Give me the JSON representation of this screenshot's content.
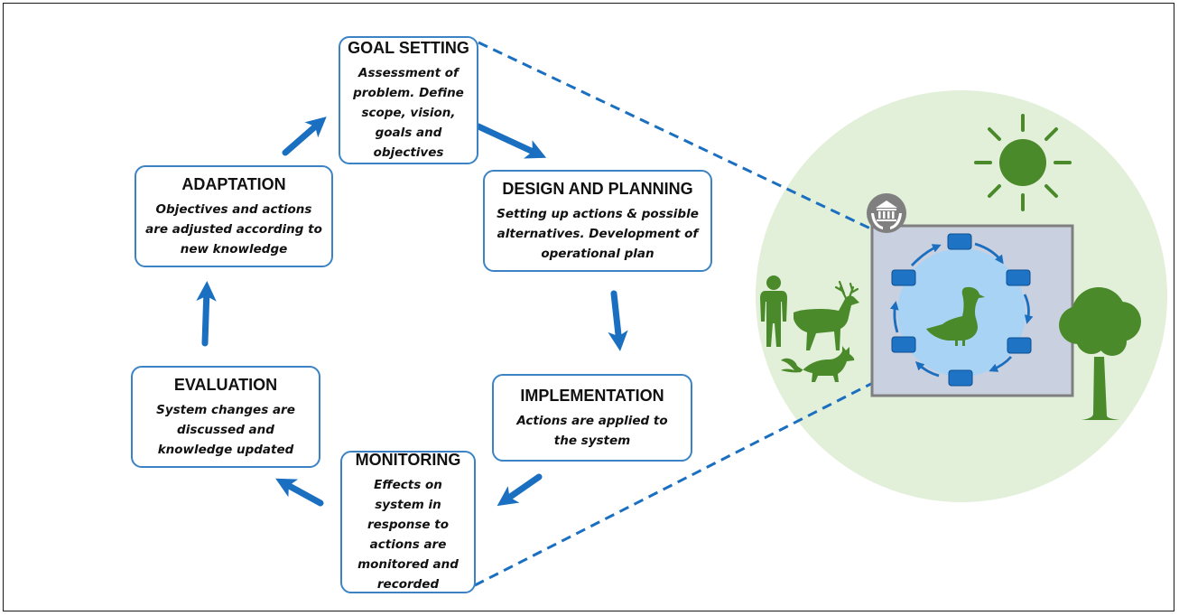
{
  "colors": {
    "accent_blue": "#1a6fc0",
    "box_border": "#3b83c4",
    "ecosystem_circle": "#e2efd9",
    "nature_green": "#4a8a2a",
    "water_blue": "#a8d3f5",
    "management_box": "#c9d0e0"
  },
  "cycle": {
    "goal_setting": {
      "title": "GOAL SETTING",
      "desc_lines": [
        "Assessment of",
        "problem. Define",
        "scope, vision,",
        "goals and",
        "objectives"
      ]
    },
    "design_planning": {
      "title": "DESIGN AND PLANNING",
      "desc_lines": [
        "Setting up actions & possible",
        "alternatives. Development of",
        "operational plan"
      ]
    },
    "implementation": {
      "title": "IMPLEMENTATION",
      "desc_lines": [
        "Actions are applied to",
        "the system"
      ]
    },
    "monitoring": {
      "title": "MONITORING",
      "desc_lines": [
        "Effects on",
        "system in",
        "response to",
        "actions are",
        "monitored and",
        "recorded"
      ]
    },
    "evaluation": {
      "title": "EVALUATION",
      "desc_lines": [
        "System changes are",
        "discussed and",
        "knowledge updated"
      ]
    },
    "adaptation": {
      "title": "ADAPTATION",
      "desc_lines": [
        "Objectives and actions",
        "are adjusted according to",
        "new knowledge"
      ]
    }
  },
  "icons": [
    "sun-icon",
    "institution-hands-icon",
    "goose-icon",
    "human-icon",
    "deer-icon",
    "fox-icon",
    "tree-icon"
  ]
}
